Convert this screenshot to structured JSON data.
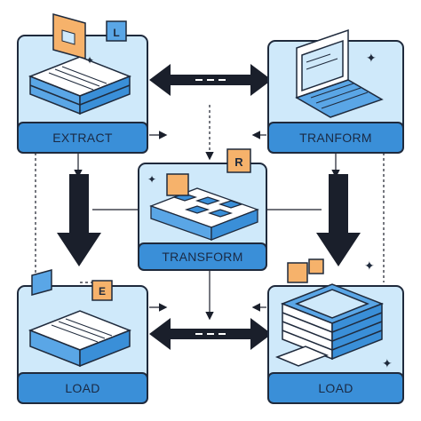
{
  "nodes": {
    "extract": {
      "label": "EXTRACT"
    },
    "tranform": {
      "label": "TRANFORM"
    },
    "transform": {
      "label": "TRANSFORM"
    },
    "load_left": {
      "label": "LOAD"
    },
    "load_right": {
      "label": "LOAD"
    }
  },
  "icon_letters": {
    "cube_l": "L",
    "cube_r": "R",
    "cube_e": "E"
  },
  "colors": {
    "panel": "#cfe9fa",
    "panel_stroke": "#1f2a3c",
    "label_bar": "#3a8fd8",
    "label_bar_light": "#5aa6e6",
    "accent_orange": "#f6b26b",
    "arrow": "#1a1f2b"
  }
}
